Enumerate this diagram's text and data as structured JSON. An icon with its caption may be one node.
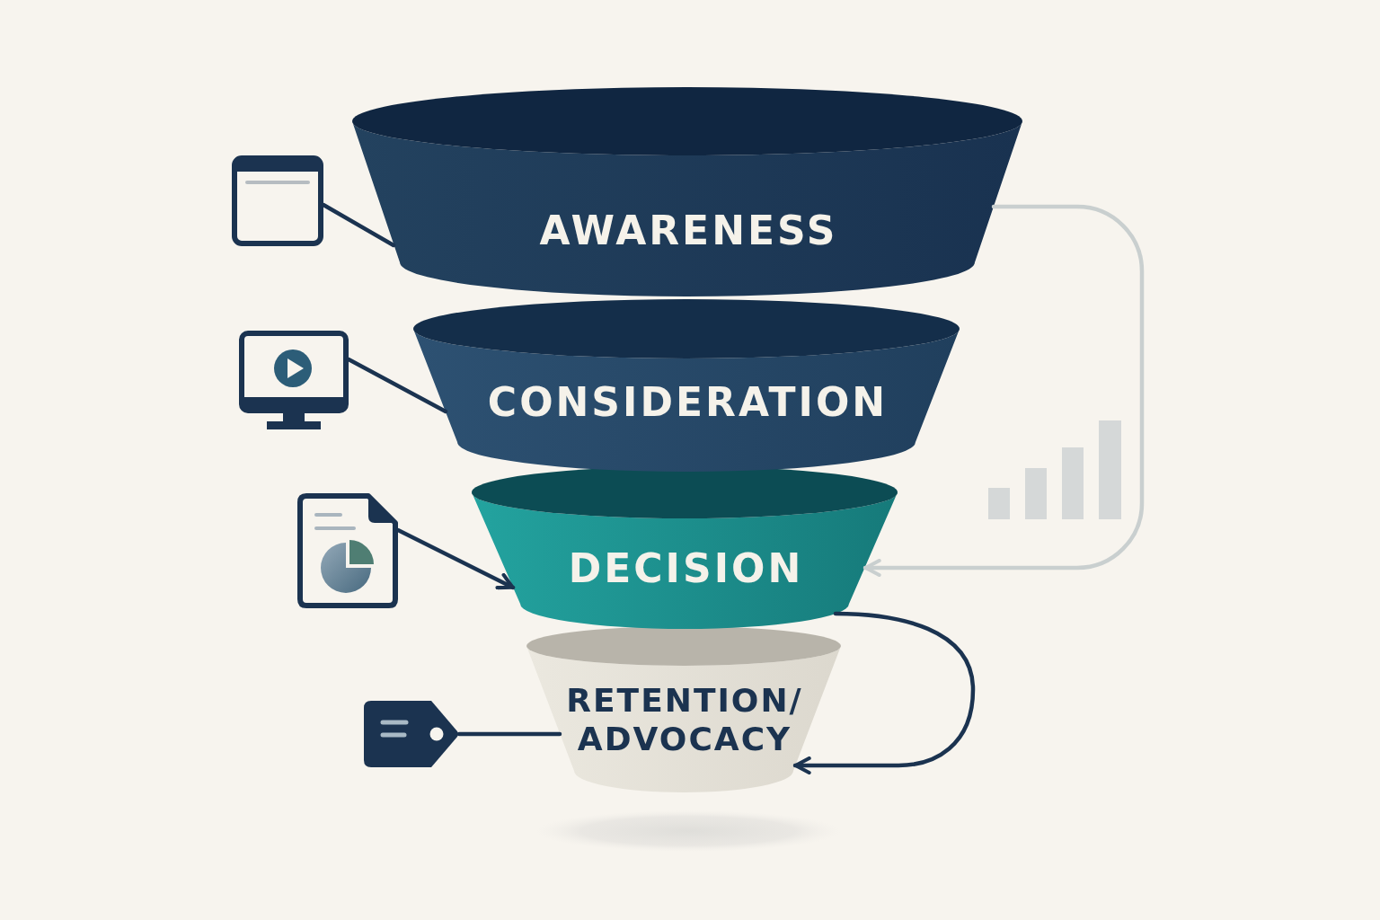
{
  "diagram": {
    "nodes": [
      {
        "text": [],
        "shape": "picture"
      },
      {
        "text": [
          "AWARENESS"
        ]
      },
      {
        "text": [],
        "shape": "picture"
      },
      {
        "text": [
          "CONSIDERATION"
        ]
      },
      {
        "text": [],
        "shape": "picture"
      },
      {
        "text": [
          "DECISION"
        ]
      },
      {
        "text": [],
        "shape": "picture"
      },
      {
        "text": [
          "RETENTION/ ADVOCACY"
        ]
      }
    ],
    "edges": [
      {
        "from": 0,
        "to": 1,
        "arrow": "none"
      },
      {
        "from": 2,
        "to": 3,
        "arrow": "none"
      },
      {
        "from": 4,
        "to": 5,
        "arrow": "to"
      },
      {
        "from": 6,
        "to": 7,
        "arrow": "none"
      },
      {
        "from": 1,
        "to": 5,
        "arrow": "to",
        "color": "#c9cfcf"
      },
      {
        "from": 5,
        "to": 7,
        "arrow": "to"
      }
    ]
  }
}
